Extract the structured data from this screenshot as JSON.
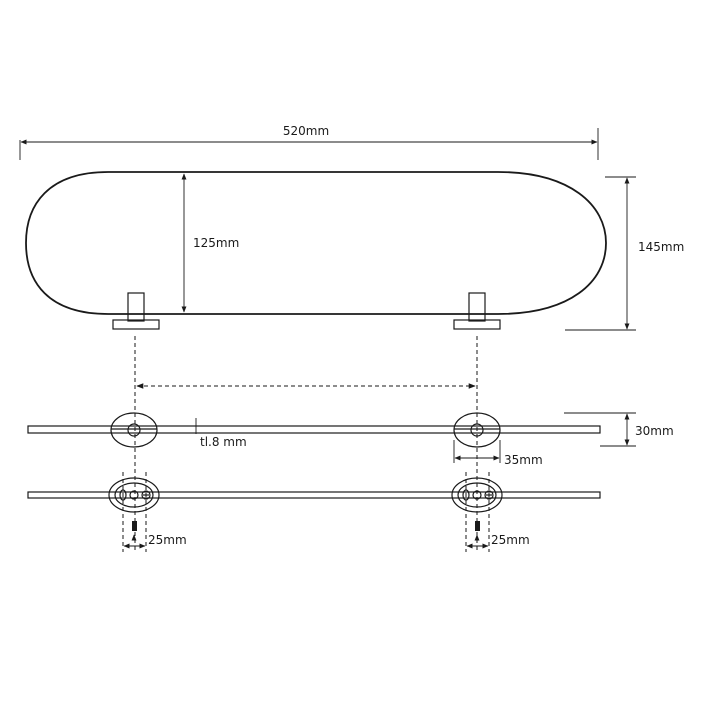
{
  "dimensions": {
    "width_label": "520mm",
    "depth_label": "125mm",
    "overall_depth_label": "145mm",
    "height_label": "30mm",
    "thickness_label": "tl.8 mm",
    "bracket_label": "35mm",
    "fixing_left_label": "25mm",
    "fixing_right_label": "25mm"
  },
  "colors": {
    "line": "#1a1a1a",
    "background": "#ffffff"
  }
}
